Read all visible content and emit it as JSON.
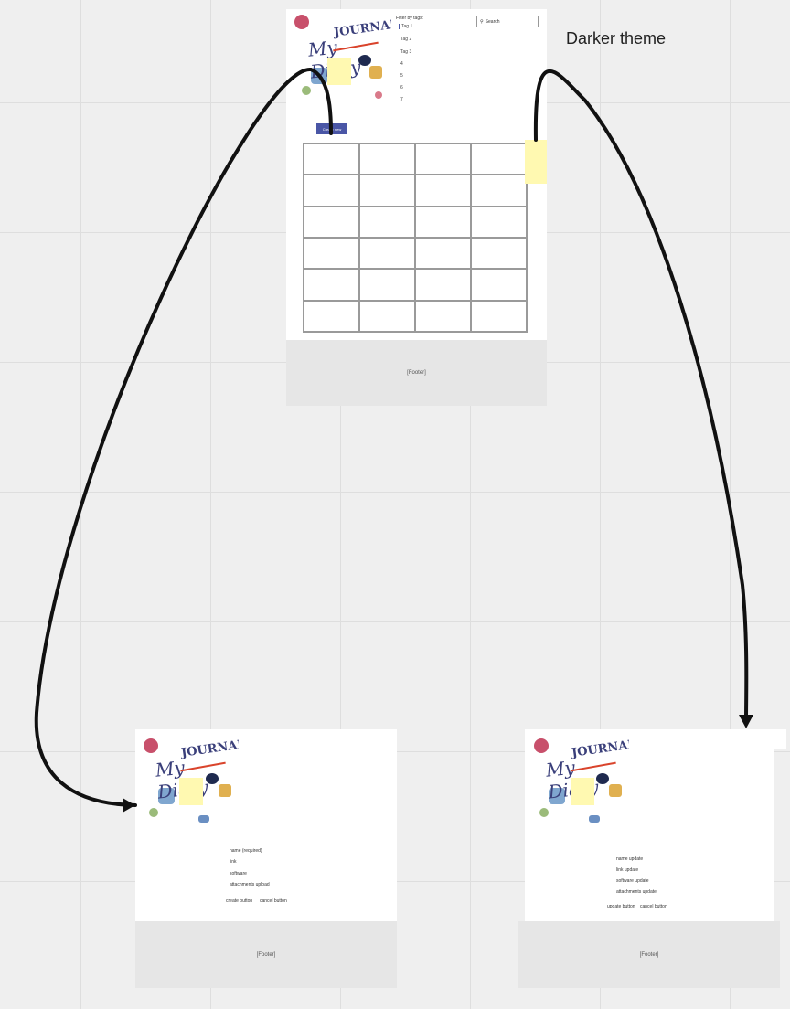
{
  "canvas": {
    "background": "#efefef",
    "grid_color": "#dedede"
  },
  "note": {
    "text": "Darker theme"
  },
  "main_frame": {
    "logo": {
      "line1": "JOURNAL",
      "line2": "My Diary"
    },
    "filter": {
      "label": "Filter by tags:",
      "tags": [
        "Tag 1",
        "Tag 2",
        "Tag 3",
        "4",
        "5",
        "6",
        "7"
      ]
    },
    "search": {
      "placeholder": "Search",
      "icon": "search-icon"
    },
    "button": {
      "label": "Create new",
      "color": "#4a56a6"
    },
    "table": {
      "rows": 6,
      "cols": 4
    },
    "footer": "[Footer]"
  },
  "create_frame": {
    "logo": {
      "line1": "JOURNAL",
      "line2": "My Diary"
    },
    "fields": [
      "name (required)",
      "link",
      "software",
      "attachments upload"
    ],
    "buttons": [
      "create button",
      "cancel button"
    ],
    "footer": "[Footer]"
  },
  "update_frame": {
    "logo": {
      "line1": "JOURNAL",
      "line2": "My Diary"
    },
    "fields": [
      "name update",
      "link update",
      "software update",
      "attachments update"
    ],
    "buttons": [
      "update button",
      "cancel button"
    ],
    "footer": "[Footer]"
  },
  "colors": {
    "sticky": "#fff9b1",
    "connector": "#111111",
    "footer_bg": "#e6e6e6"
  }
}
